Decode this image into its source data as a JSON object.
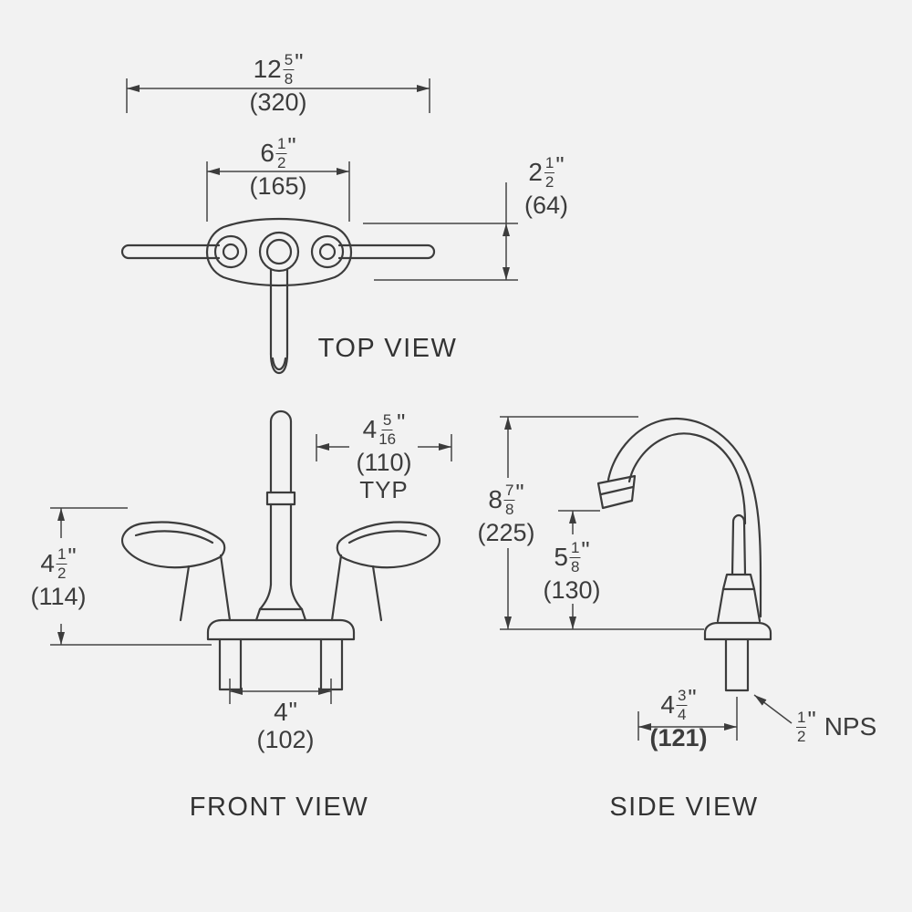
{
  "background": "#f2f2f2",
  "line_color": "#3c3c3c",
  "views": {
    "top": {
      "label": "TOP VIEW"
    },
    "front": {
      "label": "FRONT VIEW"
    },
    "side": {
      "label": "SIDE VIEW"
    }
  },
  "dimensions": {
    "top_overall_width": {
      "whole": "12",
      "num": "5",
      "den": "8",
      "unit": "\"",
      "mm": "(320)"
    },
    "top_body_width": {
      "whole": "6",
      "num": "1",
      "den": "2",
      "unit": "\"",
      "mm": "(165)"
    },
    "top_depth": {
      "whole": "2",
      "num": "1",
      "den": "2",
      "unit": "\"",
      "mm": "(64)"
    },
    "front_spout_offset": {
      "whole": "4",
      "num": "5",
      "den": "16",
      "unit": "\"",
      "mm": "(110)",
      "note": "TYP"
    },
    "front_handle_height": {
      "whole": "4",
      "num": "1",
      "den": "2",
      "unit": "\"",
      "mm": "(114)"
    },
    "front_center_spacing": {
      "whole": "4",
      "unit": "\"",
      "mm": "(102)"
    },
    "side_overall_height": {
      "whole": "8",
      "num": "7",
      "den": "8",
      "unit": "\"",
      "mm": "(225)"
    },
    "side_spout_height": {
      "whole": "5",
      "num": "1",
      "den": "8",
      "unit": "\"",
      "mm": "(130)"
    },
    "side_spout_reach": {
      "whole": "4",
      "num": "3",
      "den": "4",
      "unit": "\"",
      "mm": "(121)"
    },
    "shank_thread": {
      "num": "1",
      "den": "2",
      "unit": "\"",
      "label": "NPS"
    }
  }
}
